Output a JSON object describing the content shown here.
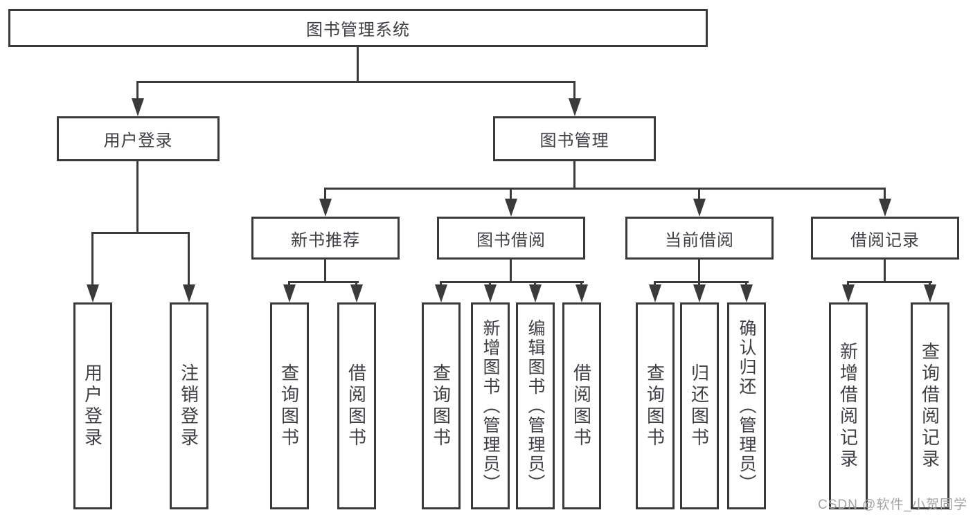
{
  "tree": {
    "root": "图书管理系统",
    "branches": [
      {
        "label": "用户登录",
        "leaves": [
          "用户登录",
          "注销登录"
        ]
      },
      {
        "label": "图书管理",
        "sections": [
          {
            "label": "新书推荐",
            "leaves": [
              "查询图书",
              "借阅图书"
            ]
          },
          {
            "label": "图书借阅",
            "leaves": [
              "查询图书",
              "新增图书（管理员）",
              "编辑图书（管理员）",
              "借阅图书"
            ]
          },
          {
            "label": "当前借阅",
            "leaves": [
              "查询图书",
              "归还图书",
              "确认归还（管理员）"
            ]
          },
          {
            "label": "借阅记录",
            "leaves": [
              "新增借阅记录",
              "查询借阅记录"
            ]
          }
        ]
      }
    ]
  },
  "watermark": "CSDN @软件_小贺同学",
  "colors": {
    "line": "#3a3a3a",
    "text": "#3f3f44",
    "background": "#ffffff",
    "watermark": "#a3a3a3"
  }
}
